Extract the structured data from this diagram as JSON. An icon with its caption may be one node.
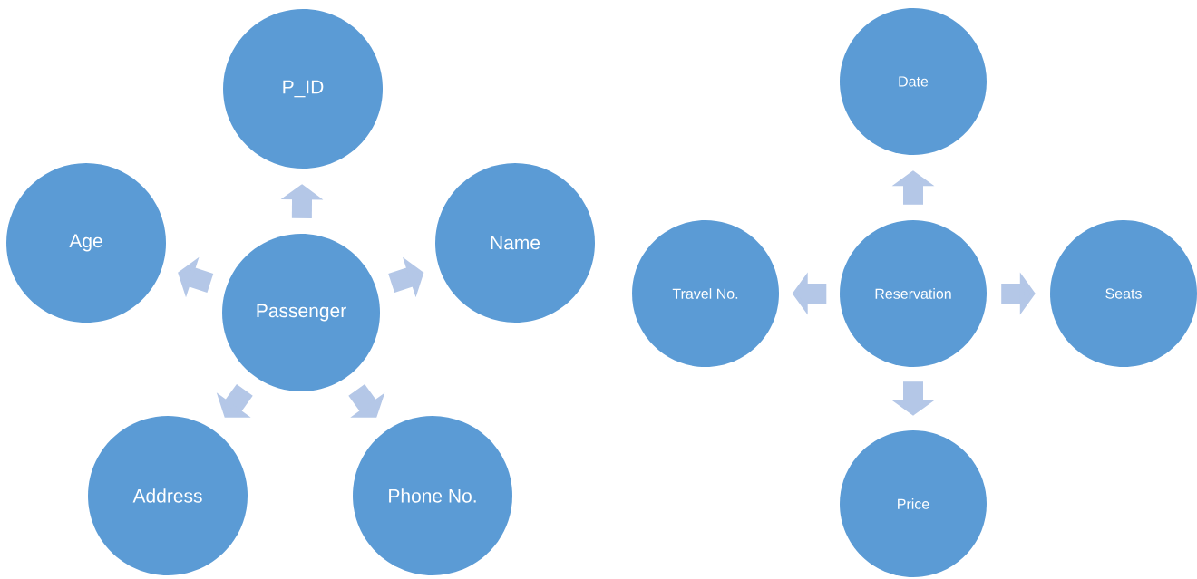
{
  "diagram": {
    "nodes": [
      {
        "text": [
          "Passenger"
        ]
      },
      {
        "text": [
          "P_ID"
        ]
      },
      {
        "text": [
          "Name"
        ]
      },
      {
        "text": [
          "Phone No."
        ]
      },
      {
        "text": [
          "Address"
        ]
      },
      {
        "text": [
          "Age"
        ]
      },
      {
        "text": [
          "Reservation"
        ]
      },
      {
        "text": [
          "Date"
        ]
      },
      {
        "text": [
          "Seats"
        ]
      },
      {
        "text": [
          "Price"
        ]
      },
      {
        "text": [
          "Travel No."
        ]
      }
    ],
    "edges": [
      {
        "from": 0,
        "to": 1,
        "arrow": "to"
      },
      {
        "from": 0,
        "to": 2,
        "arrow": "to"
      },
      {
        "from": 0,
        "to": 3,
        "arrow": "to"
      },
      {
        "from": 0,
        "to": 4,
        "arrow": "to"
      },
      {
        "from": 0,
        "to": 5,
        "arrow": "to"
      },
      {
        "from": 6,
        "to": 7,
        "arrow": "to"
      },
      {
        "from": 6,
        "to": 8,
        "arrow": "to"
      },
      {
        "from": 6,
        "to": 9,
        "arrow": "to"
      },
      {
        "from": 6,
        "to": 10,
        "arrow": "to"
      }
    ]
  }
}
